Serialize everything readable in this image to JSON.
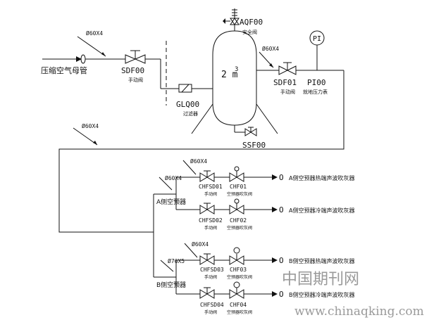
{
  "watermark": {
    "cn": "中国期刊网",
    "url": "www.chinaqking.com"
  },
  "main_line": {
    "label": "压缩空气母管",
    "pipe": "Ø60X4"
  },
  "valve_sdf00": {
    "tag": "SDF00",
    "desc": "手动阀"
  },
  "filter": {
    "tag": "GLQ00",
    "desc": "过滤器"
  },
  "safety_valve": {
    "tag": "AQF00",
    "desc": "安全阀"
  },
  "tank": {
    "volume_main": "2 m",
    "volume_sup": "3"
  },
  "drain_valve": {
    "tag": "SSF00"
  },
  "valve_sdf01": {
    "tag": "SDF01",
    "desc": "手动阀",
    "pipe": "Ø60X4"
  },
  "gauge": {
    "symbol": "PI",
    "tag": "PI00",
    "desc": "就地压力表"
  },
  "loop_pipe": "Ø60X4",
  "group_a": {
    "label": "A侧空预器",
    "pipe": "Ø60X4",
    "branches": [
      {
        "pipe": "Ø60X4",
        "valve": "CHFSD01",
        "valve_desc": "手动阀",
        "check": "CHF01",
        "check_desc": "空预器吹灰阀",
        "end_mark": "O",
        "end_text": "A侧空预器热端声波吹灰器"
      },
      {
        "pipe": "",
        "valve": "CHFSD02",
        "valve_desc": "手动阀",
        "check": "CHF02",
        "check_desc": "空预器吹灰阀",
        "end_mark": "O",
        "end_text": "A侧空预器冷端声波吹灰器"
      }
    ]
  },
  "group_b": {
    "label": "B侧空预器",
    "pipe": "Ø76X5",
    "branches": [
      {
        "pipe": "Ø60X4",
        "valve": "CHFSD03",
        "valve_desc": "手动阀",
        "check": "CHF03",
        "check_desc": "空预器吹灰阀",
        "end_mark": "O",
        "end_text": "B侧空预器热端声波吹灰器"
      },
      {
        "pipe": "",
        "valve": "CHFSD04",
        "valve_desc": "手动阀",
        "check": "CHF04",
        "check_desc": "空预器吹灰阀",
        "end_mark": "O",
        "end_text": "B侧空预器冷端声波吹灰器"
      }
    ]
  }
}
